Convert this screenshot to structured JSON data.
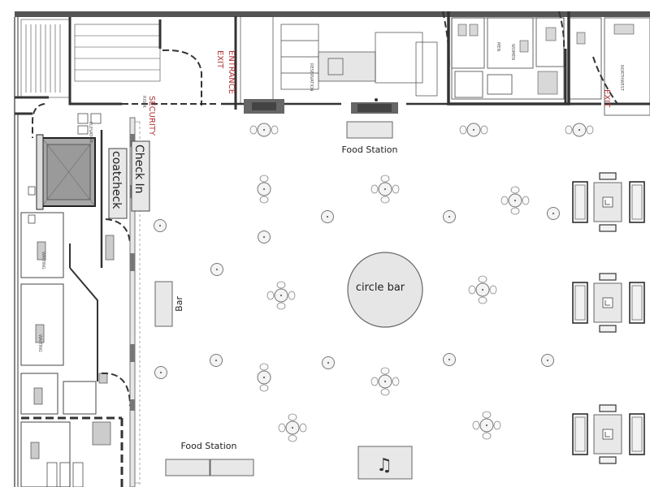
{
  "labels": {
    "entrance": "ENTRANCE",
    "exit": "EXIT",
    "security": "SECURITY",
    "check_in": "Check In",
    "coatcheck": "coatcheck",
    "food_station_top": "Food Station",
    "food_station_bottom": "Food Station",
    "bar": "Bar",
    "circle_bar": "circle bar",
    "exit_right": "EXIT"
  },
  "icons": {
    "music": "♫"
  },
  "colors": {
    "wall": "#333333",
    "signage_red": "#b03030",
    "fixture_fill": "#e8e8e8",
    "plan_hatch": "#888888"
  }
}
